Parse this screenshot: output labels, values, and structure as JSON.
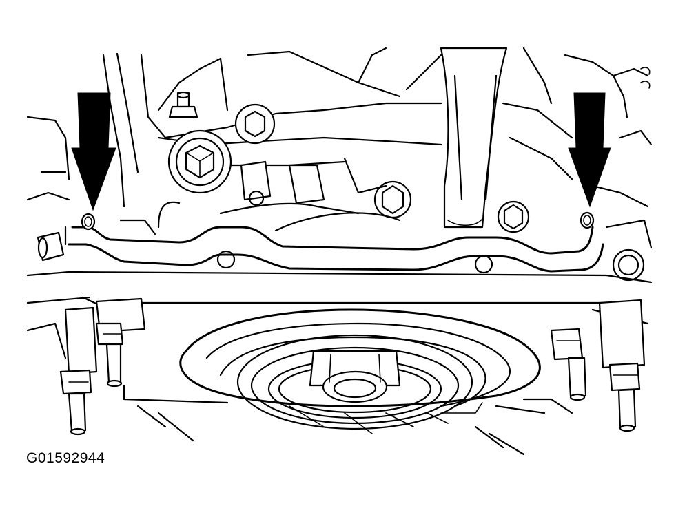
{
  "figure": {
    "id_label": "G01592944",
    "callouts": [
      {
        "name": "left-arrow",
        "target": "left-dowel-pin"
      },
      {
        "name": "right-arrow",
        "target": "right-dowel-pin"
      }
    ],
    "colors": {
      "ink": "#000000",
      "background": "#ffffff"
    }
  }
}
